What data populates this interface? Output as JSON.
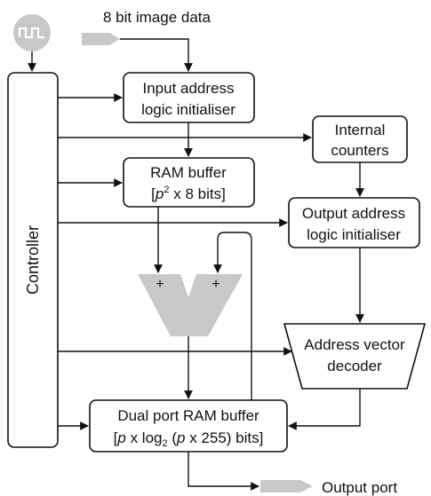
{
  "title": "8 bit image data",
  "controller": {
    "label": "Controller"
  },
  "blocks": {
    "input_address": {
      "line1": "Input address",
      "line2": "logic initialiser"
    },
    "internal_counters": {
      "line1": "Internal",
      "line2": "counters"
    },
    "ram_buffer": {
      "line1": "RAM buffer",
      "line2_pre": "[",
      "line2_var": "p",
      "line2_sup": "2",
      "line2_post": " x 8 bits]"
    },
    "output_address": {
      "line1": "Output address",
      "line2": "logic initialiser"
    },
    "adder": {
      "plus_left": "+",
      "plus_right": "+"
    },
    "address_decoder": {
      "line1": "Address vector",
      "line2": "decoder"
    },
    "dual_port_ram": {
      "line1": "Dual port RAM buffer",
      "line2_a": "[",
      "line2_p1": "p",
      "line2_b": " x log",
      "line2_sub": "2",
      "line2_c": " (",
      "line2_p2": "p",
      "line2_d": " x 255) bits]"
    }
  },
  "output_port": {
    "label": "Output port"
  },
  "colors": {
    "grey_fill": "#c8c8c8",
    "line": "#111111"
  }
}
